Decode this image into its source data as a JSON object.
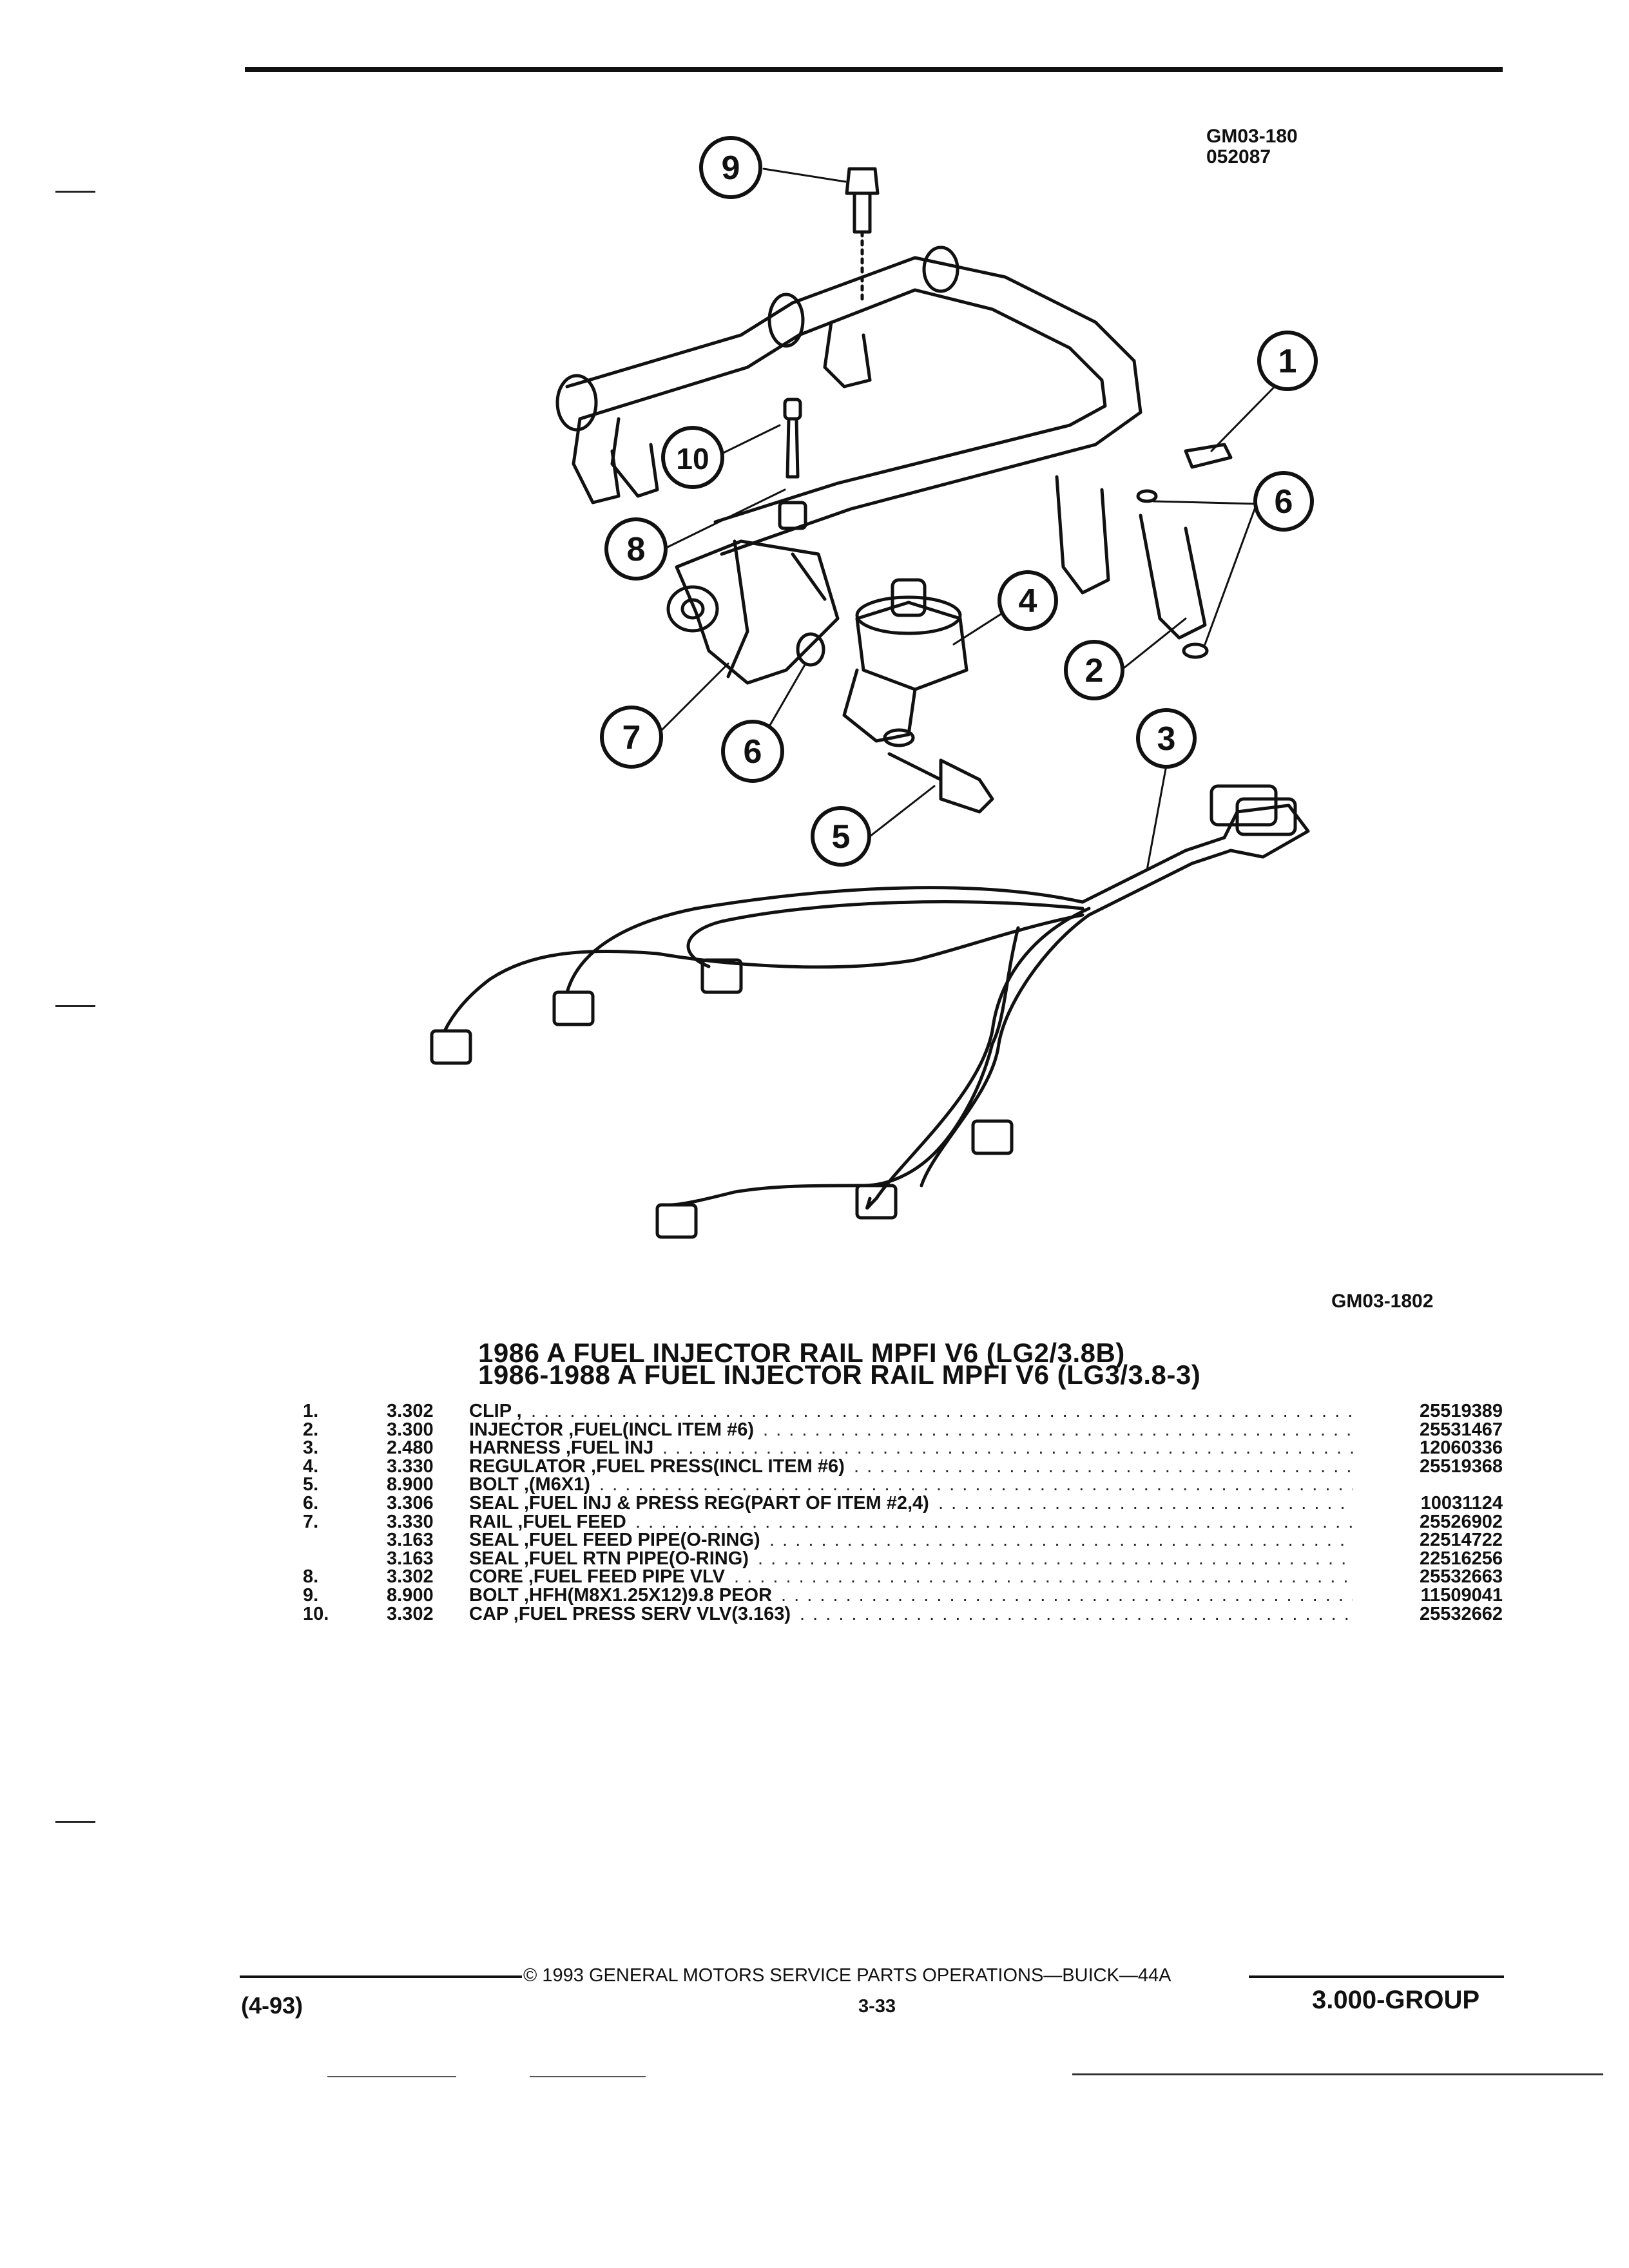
{
  "header": {
    "fig_code": "GM03-180",
    "fig_date": "052087"
  },
  "diagram": {
    "figure_id": "GM03-1802",
    "callouts": [
      "1",
      "2",
      "3",
      "4",
      "5",
      "6",
      "6",
      "7",
      "8",
      "9",
      "10"
    ]
  },
  "parts_list": {
    "title_line1": "1986 A FUEL INJECTOR RAIL MPFI V6 (LG2/3.8B)",
    "title_line2": "1986-1988 A FUEL INJECTOR RAIL MPFI V6 (LG3/3.8-3)",
    "rows": [
      {
        "num": "1.",
        "group": "3.302",
        "desc": "CLIP ,",
        "part": "25519389"
      },
      {
        "num": "2.",
        "group": "3.300",
        "desc": "INJECTOR ,FUEL(INCL ITEM #6)",
        "part": "25531467"
      },
      {
        "num": "3.",
        "group": "2.480",
        "desc": "HARNESS ,FUEL INJ",
        "part": "12060336"
      },
      {
        "num": "4.",
        "group": "3.330",
        "desc": "REGULATOR ,FUEL PRESS(INCL ITEM #6)",
        "part": "25519368"
      },
      {
        "num": "5.",
        "group": "8.900",
        "desc": "BOLT ,(M6X1)",
        "part": ""
      },
      {
        "num": "6.",
        "group": "3.306",
        "desc": "SEAL ,FUEL INJ & PRESS REG(PART OF ITEM #2,4)",
        "part": "10031124"
      },
      {
        "num": "7.",
        "group": "3.330",
        "desc": "RAIL ,FUEL FEED",
        "part": "25526902"
      },
      {
        "num": "",
        "group": "3.163",
        "desc": "SEAL ,FUEL FEED PIPE(O-RING)",
        "part": "22514722"
      },
      {
        "num": "",
        "group": "3.163",
        "desc": "SEAL ,FUEL RTN PIPE(O-RING)",
        "part": "22516256"
      },
      {
        "num": "8.",
        "group": "3.302",
        "desc": "CORE ,FUEL FEED PIPE VLV",
        "part": "25532663"
      },
      {
        "num": "9.",
        "group": "8.900",
        "desc": "BOLT ,HFH(M8X1.25X12)9.8 PEOR",
        "part": "11509041"
      },
      {
        "num": "10.",
        "group": "3.302",
        "desc": "CAP ,FUEL PRESS SERV VLV(3.163)",
        "part": "25532662"
      }
    ]
  },
  "footer": {
    "copyright": "©  1993  GENERAL MOTORS SERVICE PARTS OPERATIONS—BUICK—44A",
    "date_code": "(4-93)",
    "page": "3-33",
    "group": "3.000-GROUP"
  }
}
